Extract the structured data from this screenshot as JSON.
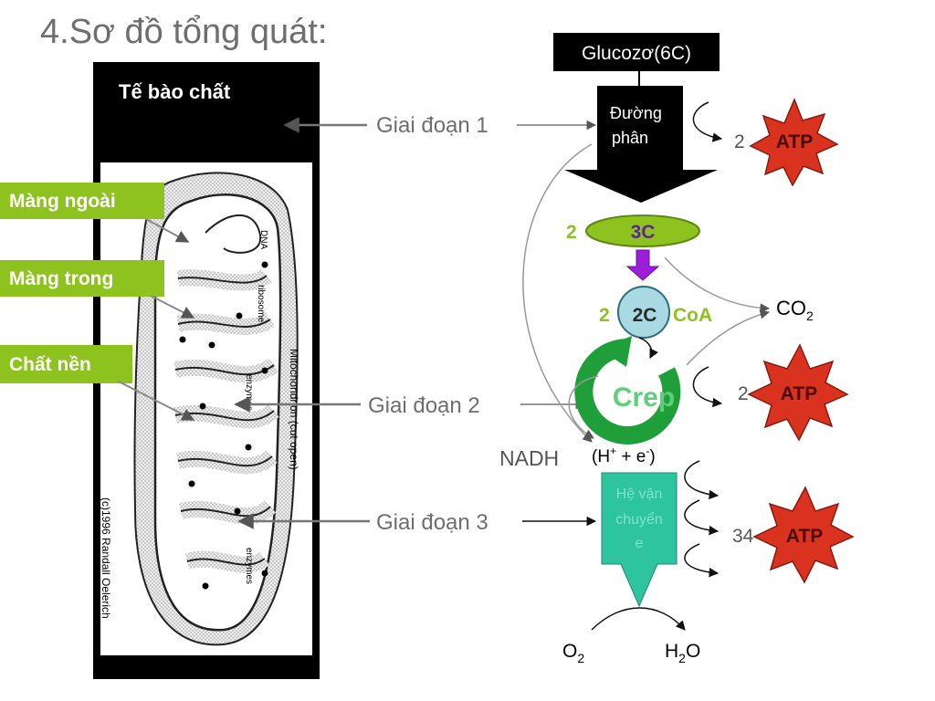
{
  "title": "4.Sơ đồ tổng quát:",
  "cell": {
    "cytoplasm_label": "Tế bào chất",
    "outer_membrane": "Màng ngoài",
    "inner_membrane": "Màng trong",
    "matrix": "Chất nền",
    "micro_labels": {
      "dna": "DNA",
      "ribosome": "ribosome",
      "enzymes": "enzymes",
      "enzymes2": "enzymes",
      "mitochondrion": "Mitochondrion (cut open)",
      "credit": "(c)1996 Randall Oelerich"
    }
  },
  "stages": {
    "stage1": "Giai đoạn 1",
    "stage2": "Giai đoạn 2",
    "stage3": "Giai đoạn 3"
  },
  "pathway": {
    "glucose": "Glucozơ(6C)",
    "glycolysis": [
      "Đường",
      "phân"
    ],
    "pyruvate_count": "2",
    "pyruvate": "3C",
    "acetyl_count": "2",
    "acetyl": "2C",
    "coa": "CoA",
    "co2": "CO",
    "co2_sub": "2",
    "krebs": "Crep",
    "nadh": "NADH",
    "h_plus": "(H",
    "h_plus_sup": "+",
    "h_mid": " + e",
    "e_sup": "-",
    "h_close": ")",
    "etc": [
      "Hệ vận",
      "chuyển",
      "e"
    ],
    "o2": "O",
    "o2_sub": "2",
    "h2o_h": "H",
    "h2o_sub": "2",
    "h2o_o": "O"
  },
  "atp": [
    {
      "count": "2",
      "label": "ATP"
    },
    {
      "count": "2",
      "label": "ATP"
    },
    {
      "count": "34",
      "label": "ATP"
    }
  ],
  "colors": {
    "label_green": "#8dc21f",
    "atp_red": "#d9321f",
    "krebs_green": "#1e9f3a",
    "etc_teal": "#2ec4a0",
    "purple": "#9a1fd9",
    "text_gray": "#6e6e6e"
  }
}
